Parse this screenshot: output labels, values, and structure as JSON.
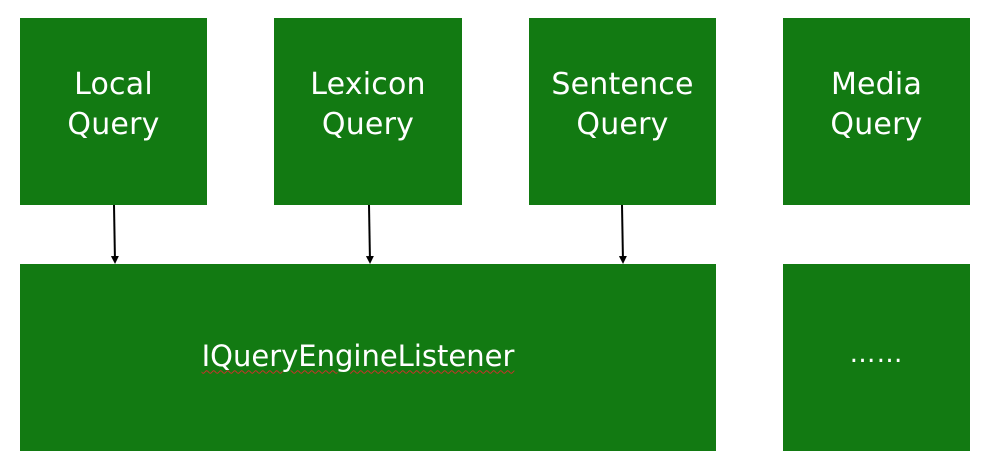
{
  "diagram": {
    "boxes": {
      "local_query": "Local\nQuery",
      "lexicon_query": "Lexicon\nQuery",
      "sentence_query": "Sentence\nQuery",
      "media_query": "Media\nQuery",
      "listener": "IQueryEngineListener",
      "more": "……"
    },
    "connections": [
      {
        "from": "Local Query",
        "to": "IQueryEngineListener"
      },
      {
        "from": "Lexicon Query",
        "to": "IQueryEngineListener"
      },
      {
        "from": "Sentence Query",
        "to": "IQueryEngineListener"
      }
    ],
    "colors": {
      "box_fill": "#127a12",
      "box_text": "#ffffff",
      "arrow": "#000000",
      "spellcheck_underline": "#c8322a"
    }
  }
}
